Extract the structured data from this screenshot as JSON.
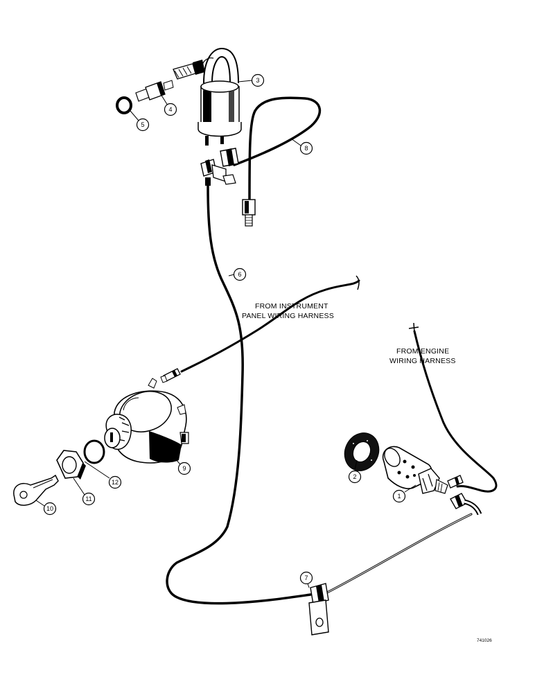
{
  "labels": {
    "instrument_line1": "FROM INSTRUMENT",
    "instrument_line2": "PANEL WIRING HARNESS",
    "engine_line1": "FROM ENGINE",
    "engine_line2": "WIRING HARNESS",
    "figure_code": "741026"
  },
  "callouts": [
    "1",
    "2",
    "3",
    "4",
    "5",
    "6",
    "7",
    "8",
    "9",
    "10",
    "11",
    "12"
  ]
}
